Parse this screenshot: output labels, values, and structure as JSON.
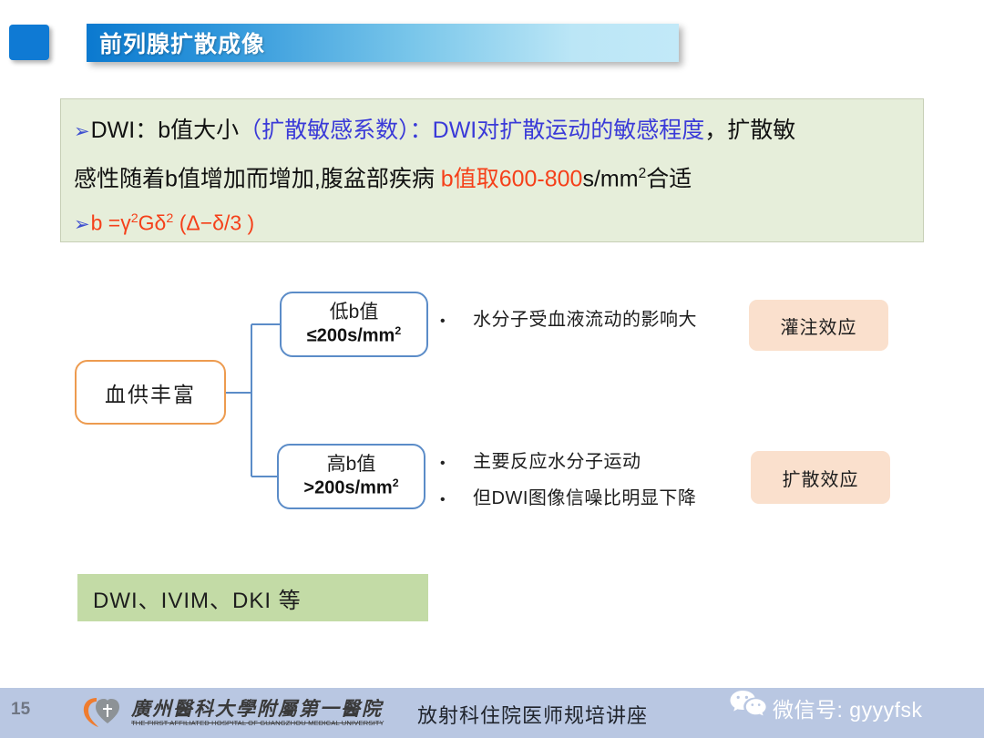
{
  "slide": {
    "title": "前列腺扩散成像",
    "title_marker_color": "#0f7ad4",
    "title_bar_gradient_from": "#0b79cf",
    "title_bar_gradient_to": "#c2e9f8"
  },
  "green_box": {
    "background": "#e6eeda",
    "border": "#c7cfb6",
    "line1": {
      "bullet": "➢",
      "seg1": "DWI：b值大小",
      "seg2": "（扩散敏感系数）：",
      "seg3": "DWI对扩散运动的敏感程度",
      "seg4": "，扩散敏"
    },
    "line2": {
      "seg1": "感性随着b值增加而增加,腹盆部疾病 ",
      "seg2": "b值取600-800",
      "seg3": "s/mm",
      "sup": "2",
      "seg4": "合适"
    },
    "line3": {
      "bullet": "➢",
      "formula_a": "b =γ",
      "sup_a": "2",
      "formula_b": "Gδ",
      "sup_b": "2",
      "formula_c": " (Δ−δ/3 )"
    }
  },
  "flowchart": {
    "source_node": {
      "label": "血供丰富",
      "border_color": "#ed9b4f"
    },
    "branches": [
      {
        "node_line1": "低b值",
        "node_line2_pre": "≤200s/mm",
        "node_line2_sup": "2",
        "border_color": "#5b8cc8",
        "bullets": [
          {
            "dot": "•",
            "text": "水分子受血液流动的影响大"
          }
        ],
        "badge": "灌注效应",
        "badge_color": "#fae0cd"
      },
      {
        "node_line1": "高b值",
        "node_line2_pre": ">200s/mm",
        "node_line2_sup": "2",
        "border_color": "#5b8cc8",
        "bullets": [
          {
            "dot": "•",
            "text": "主要反应水分子运动"
          },
          {
            "dot": "•",
            "text": "但DWI图像信噪比明显下降"
          }
        ],
        "badge": "扩散效应",
        "badge_color": "#fae0cd"
      }
    ],
    "connector_color": "#5b8cc8"
  },
  "bottom_box": {
    "text": "DWI、IVIM、DKI  等",
    "background": "#c3dba6"
  },
  "footer": {
    "page_number": "15",
    "background": "#b9c7e2",
    "hospital_name_cn": "廣州醫科大學附屬第一醫院",
    "hospital_name_en": "THE FIRST AFFILIATED HOSPITAL OF GUANGZHOU MEDICAL UNIVERSITY",
    "center_text": "放射科住院医师规培讲座",
    "wechat_label": "微信号: gyyyfsk"
  }
}
